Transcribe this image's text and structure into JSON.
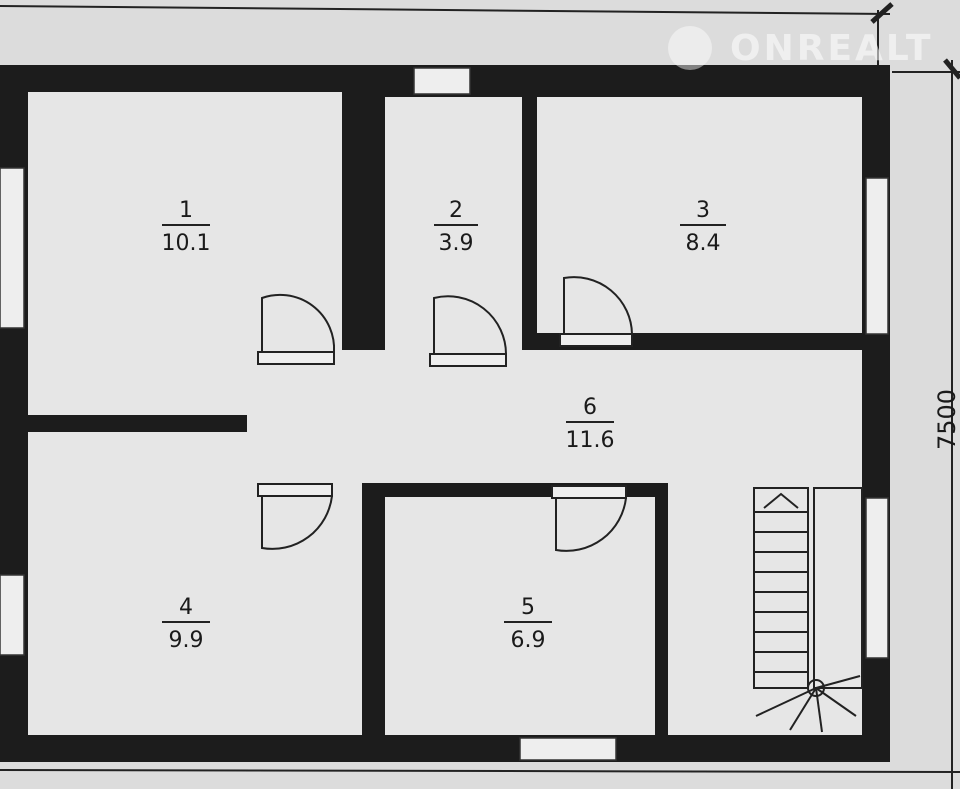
{
  "plan": {
    "rooms": [
      {
        "number": "1",
        "area": "10.1"
      },
      {
        "number": "2",
        "area": "3.9"
      },
      {
        "number": "3",
        "area": "8.4"
      },
      {
        "number": "4",
        "area": "9.9"
      },
      {
        "number": "5",
        "area": "6.9"
      },
      {
        "number": "6",
        "area": "11.6"
      }
    ],
    "dimension_right": "7500",
    "watermark": "ONREALT",
    "colors": {
      "wall": "#1c1c1c",
      "floor": "#e6e6e6",
      "paper": "#dcdcdc"
    }
  }
}
